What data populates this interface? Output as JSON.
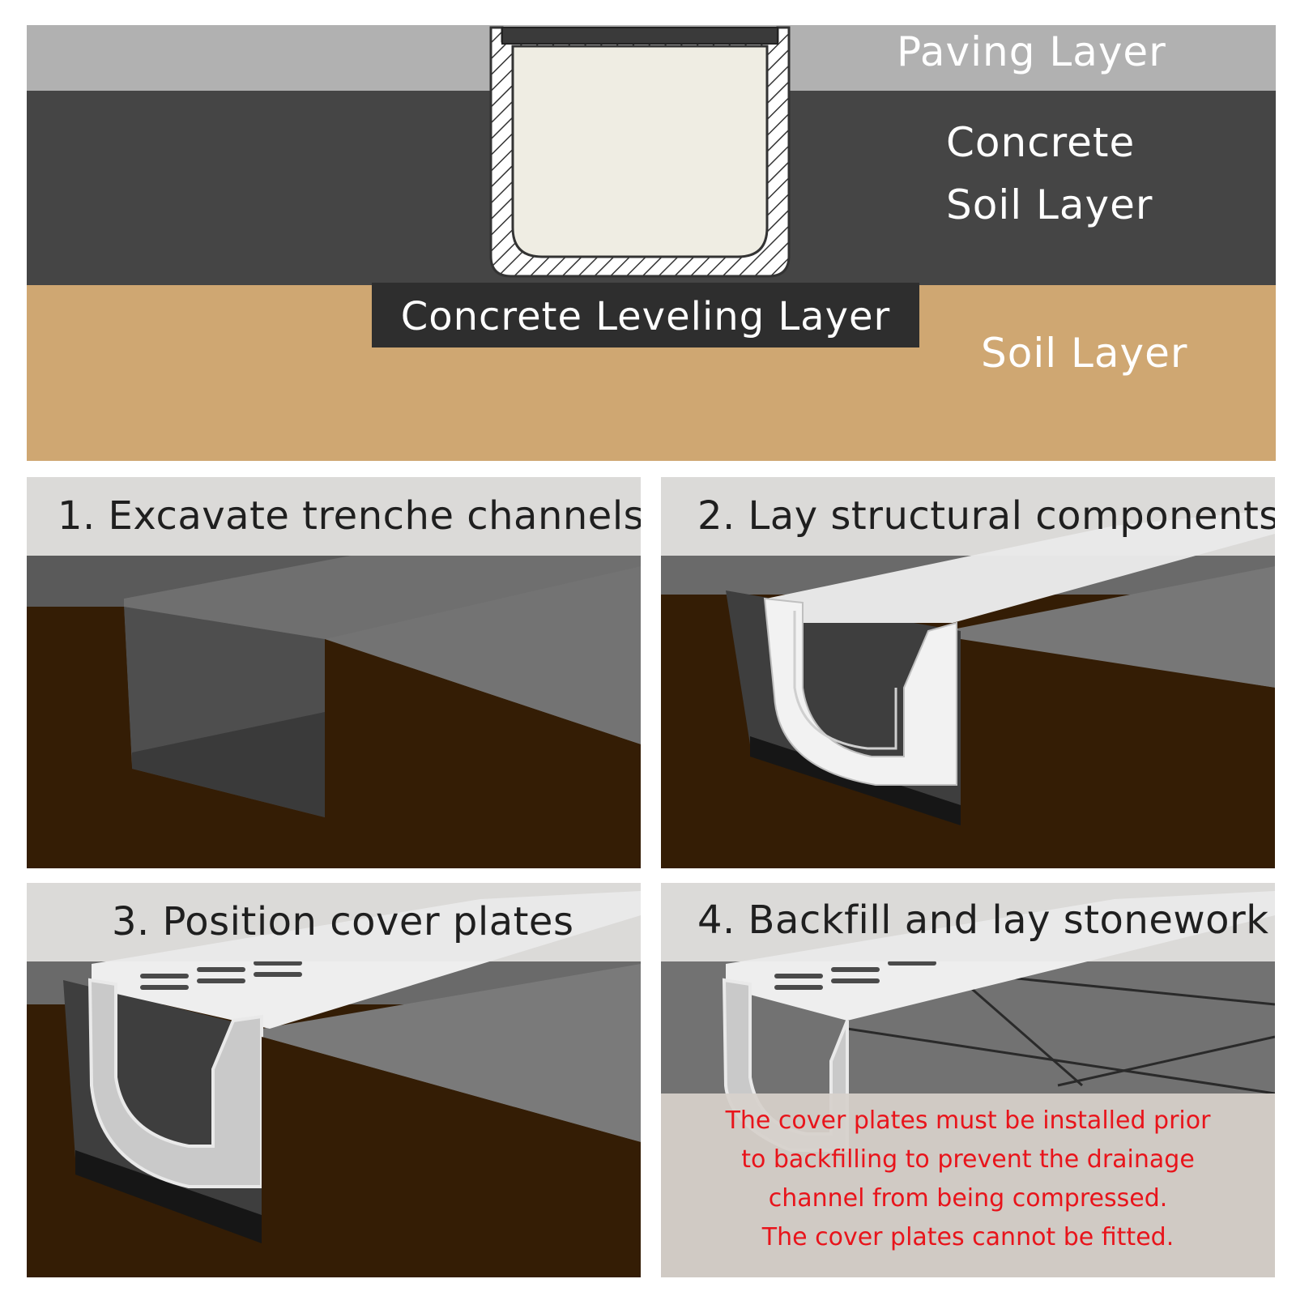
{
  "cross_section": {
    "layers": {
      "paving": "Paving Layer",
      "concrete_line1": "Concrete",
      "concrete_line2": "Soil Layer",
      "leveling": "Concrete Leveling Layer",
      "soil": "Soil Layer"
    }
  },
  "steps": [
    {
      "title": "1. Excavate trenche channels"
    },
    {
      "title": "2. Lay structural components"
    },
    {
      "title": "3. Position cover plates"
    },
    {
      "title": "4. Backfill and lay stonework"
    }
  ],
  "note": {
    "lines": [
      "The cover plates must be installed prior",
      "to backfilling to prevent the drainage",
      "channel from being compressed.",
      "The cover plates cannot be fitted."
    ]
  },
  "colors": {
    "paving": "#b1b1b1",
    "concrete": "#454545",
    "soil": "#cfa772",
    "panel_soil": "#341d05",
    "panel_surface": "#6f6f6f",
    "note_text": "#e8141b"
  }
}
